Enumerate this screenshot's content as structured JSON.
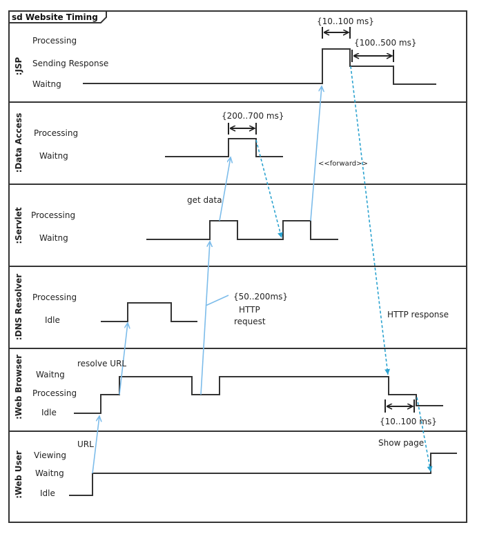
{
  "frame": {
    "title": "sd Website Timing"
  },
  "lanes": [
    {
      "title": ":JSP",
      "states": [
        "Processing",
        "Sending Response",
        "Waitng"
      ]
    },
    {
      "title": ":Data Access",
      "states": [
        "Processing",
        "Waitng"
      ]
    },
    {
      "title": ":Servlet",
      "states": [
        "Processing",
        "Waitng"
      ]
    },
    {
      "title": ":DNS Resolver",
      "states": [
        "Processing",
        "Idle"
      ]
    },
    {
      "title": ":Web Browser",
      "states": [
        "Waitng",
        "Processing",
        "Idle"
      ]
    },
    {
      "title": ":Web User",
      "states": [
        "Viewing",
        "Waitng",
        "Idle"
      ]
    }
  ],
  "messages": {
    "url": "URL",
    "resolve_url": "resolve URL",
    "http_request_line1": "HTTP",
    "http_request_line2": "request",
    "get_data": "get data",
    "forward": "<<forward>>",
    "http_response": "HTTP response",
    "show_page": "Show page"
  },
  "constraints": {
    "jsp_processing": "{10..100 ms}",
    "jsp_sending": "{100..500 ms}",
    "data_access": "{200..700 ms}",
    "http_request": "{50..200ms}",
    "browser_response": "{10..100 ms}"
  },
  "colors": {
    "message_solid": "#7cbcea",
    "message_dashed": "#2ba2cf",
    "lines": "#333333"
  }
}
